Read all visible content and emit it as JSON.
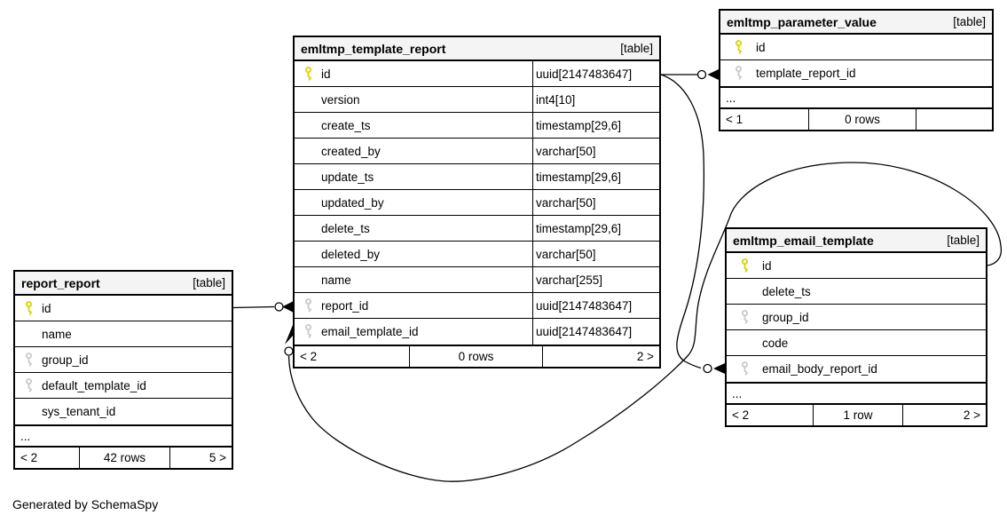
{
  "note": "Generated by SchemaSpy",
  "colors": {
    "primary_key": "#d4d400",
    "foreign_key": "#c9c9c9",
    "header_bg": "#f4f4f4",
    "border": "#000000",
    "background": "#ffffff"
  },
  "tables": {
    "report_report": {
      "name": "report_report",
      "badge": "[table]",
      "columns": [
        {
          "name": "id",
          "key": "pk"
        },
        {
          "name": "name"
        },
        {
          "name": "group_id",
          "key": "fk"
        },
        {
          "name": "default_template_id",
          "key": "fk"
        },
        {
          "name": "sys_tenant_id"
        }
      ],
      "more": "...",
      "stats": {
        "parents": "< 2",
        "rows": "42 rows",
        "children": "5 >"
      }
    },
    "emltmp_template_report": {
      "name": "emltmp_template_report",
      "badge": "[table]",
      "columns": [
        {
          "name": "id",
          "type": "uuid[2147483647]",
          "key": "pk"
        },
        {
          "name": "version",
          "type": "int4[10]"
        },
        {
          "name": "create_ts",
          "type": "timestamp[29,6]"
        },
        {
          "name": "created_by",
          "type": "varchar[50]"
        },
        {
          "name": "update_ts",
          "type": "timestamp[29,6]"
        },
        {
          "name": "updated_by",
          "type": "varchar[50]"
        },
        {
          "name": "delete_ts",
          "type": "timestamp[29,6]"
        },
        {
          "name": "deleted_by",
          "type": "varchar[50]"
        },
        {
          "name": "name",
          "type": "varchar[255]"
        },
        {
          "name": "report_id",
          "type": "uuid[2147483647]",
          "key": "fk"
        },
        {
          "name": "email_template_id",
          "type": "uuid[2147483647]",
          "key": "fk"
        }
      ],
      "stats": {
        "parents": "< 2",
        "rows": "0 rows",
        "children": "2 >"
      }
    },
    "emltmp_parameter_value": {
      "name": "emltmp_parameter_value",
      "badge": "[table]",
      "columns": [
        {
          "name": "id",
          "key": "pk"
        },
        {
          "name": "template_report_id",
          "key": "fk"
        }
      ],
      "more": "...",
      "stats": {
        "parents": "< 1",
        "rows": "0 rows",
        "children": ""
      }
    },
    "emltmp_email_template": {
      "name": "emltmp_email_template",
      "badge": "[table]",
      "columns": [
        {
          "name": "id",
          "key": "pk"
        },
        {
          "name": "delete_ts"
        },
        {
          "name": "group_id",
          "key": "fk"
        },
        {
          "name": "code"
        },
        {
          "name": "email_body_report_id",
          "key": "fk"
        }
      ],
      "more": "...",
      "stats": {
        "parents": "< 2",
        "rows": "1 row",
        "children": "2 >"
      }
    }
  },
  "relationships": [
    {
      "parent": "report_report.id",
      "child": "emltmp_template_report.report_id"
    },
    {
      "parent": "emltmp_template_report.id",
      "child": "emltmp_parameter_value.template_report_id"
    },
    {
      "parent": "emltmp_email_template.id",
      "child": "emltmp_template_report.email_template_id"
    },
    {
      "parent": "emltmp_template_report.id",
      "child": "emltmp_email_template.email_body_report_id"
    }
  ]
}
